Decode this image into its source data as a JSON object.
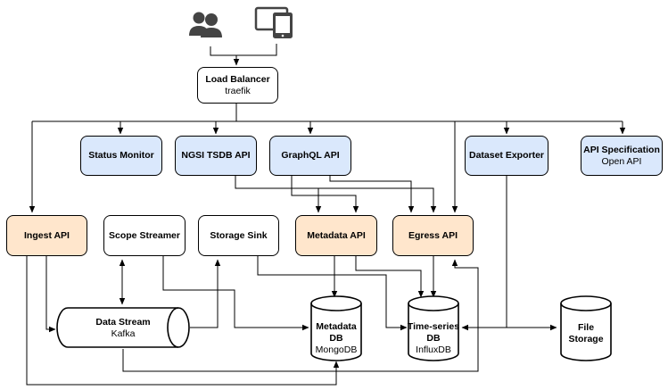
{
  "nodes": {
    "load_balancer": {
      "title": "Load Balancer",
      "subtitle": "traefik"
    },
    "status_monitor": {
      "title": "Status Monitor"
    },
    "ngsi_tsdb_api": {
      "title": "NGSI TSDB API"
    },
    "graphql_api": {
      "title": "GraphQL API"
    },
    "dataset_exporter": {
      "title": "Dataset Exporter"
    },
    "api_specification": {
      "title": "API Specification",
      "subtitle": "Open API"
    },
    "ingest_api": {
      "title": "Ingest API"
    },
    "scope_streamer": {
      "title": "Scope Streamer"
    },
    "storage_sink": {
      "title": "Storage Sink"
    },
    "metadata_api": {
      "title": "Metadata API"
    },
    "egress_api": {
      "title": "Egress API"
    },
    "data_stream": {
      "title": "Data Stream",
      "subtitle": "Kafka"
    },
    "metadata_db": {
      "title": "Metadata",
      "title2": "DB",
      "subtitle": "MongoDB"
    },
    "timeseries_db": {
      "title": "Time-series",
      "title2": "DB",
      "subtitle": "InfluxDB"
    },
    "file_storage": {
      "title": "File",
      "title2": "Storage"
    }
  },
  "icons": {
    "users": "users-icon",
    "devices": "devices-icon"
  },
  "colors": {
    "blue_fill": "#dae8fc",
    "orange_fill": "#ffe6cc",
    "white_fill": "#ffffff",
    "stroke": "#000000",
    "icon": "#444444"
  }
}
